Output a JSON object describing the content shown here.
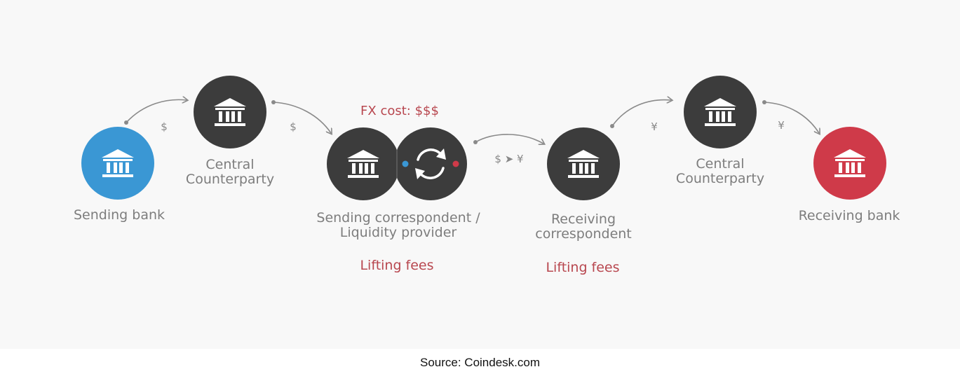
{
  "nodes": {
    "sending_bank": {
      "label": "Sending bank",
      "color": "#3a97d4",
      "icon": "bank-icon"
    },
    "central_counterparty_1": {
      "label": "Central\nCounterparty",
      "color": "#3c3c3c",
      "icon": "bank-icon"
    },
    "sending_correspondent": {
      "label": "Sending correspondent /\nLiquidity provider",
      "color": "#3c3c3c",
      "icon": "bank-icon"
    },
    "liquidity_exchange": {
      "color": "#3c3c3c",
      "icon": "exchange-icon"
    },
    "receiving_correspondent": {
      "label": "Receiving\ncorrespondent",
      "color": "#3c3c3c",
      "icon": "bank-icon"
    },
    "central_counterparty_2": {
      "label": "Central\nCounterparty",
      "color": "#3c3c3c",
      "icon": "bank-icon"
    },
    "receiving_bank": {
      "label": "Receiving bank",
      "color": "#cf3a49",
      "icon": "bank-icon"
    }
  },
  "flows": {
    "f1": "$",
    "f2": "$",
    "f3": "$ ➤ ¥",
    "f4": "¥",
    "f5": "¥"
  },
  "annotations": {
    "fx_cost": "FX cost: $$$",
    "lifting_fees_1": "Lifting fees",
    "lifting_fees_2": "Lifting fees"
  },
  "colors": {
    "accent_red": "#b8474f",
    "dot_blue": "#3a97d4",
    "dot_red": "#cf3a49"
  },
  "caption": "Source: Coindesk.com"
}
